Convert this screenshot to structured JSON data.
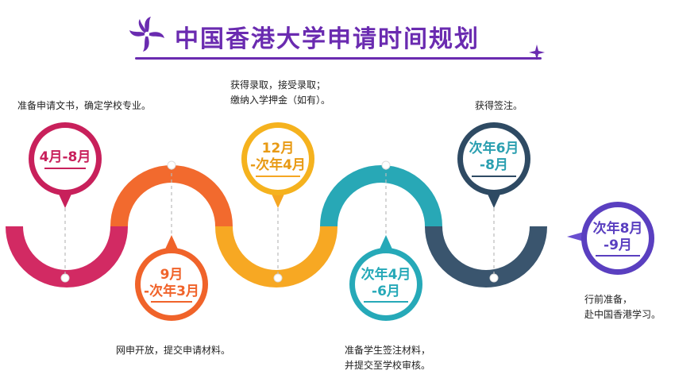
{
  "title": "中国香港大学申请时间规划",
  "stages": [
    {
      "time_line1": "4月-8月",
      "time_line2": "",
      "desc_line1": "准备申请文书，确定学校专业。",
      "desc_line2": "",
      "color": "#c8205b"
    },
    {
      "time_line1": "9月",
      "time_line2": "-次年3月",
      "desc_line1": "网申开放，提交申请材料。",
      "desc_line2": "",
      "color": "#f0632a"
    },
    {
      "time_line1": "12月",
      "time_line2": "-次年4月",
      "desc_line1": "获得录取，接受录取；",
      "desc_line2": "缴纳入学押金（如有）。",
      "color": "#f5a623"
    },
    {
      "time_line1": "次年4月",
      "time_line2": "-6月",
      "desc_line1": "准备学生签注材料，",
      "desc_line2": "并提交至学校审核。",
      "color": "#26a9b8"
    },
    {
      "time_line1": "次年6月",
      "time_line2": "-8月",
      "desc_line1": "获得签注。",
      "desc_line2": "",
      "color": "#2e4a63"
    },
    {
      "time_line1": "次年8月",
      "time_line2": "-9月",
      "desc_line1": "行前准备，",
      "desc_line2": "赴中国香港学习。",
      "color": "#5a3fc0"
    }
  ]
}
